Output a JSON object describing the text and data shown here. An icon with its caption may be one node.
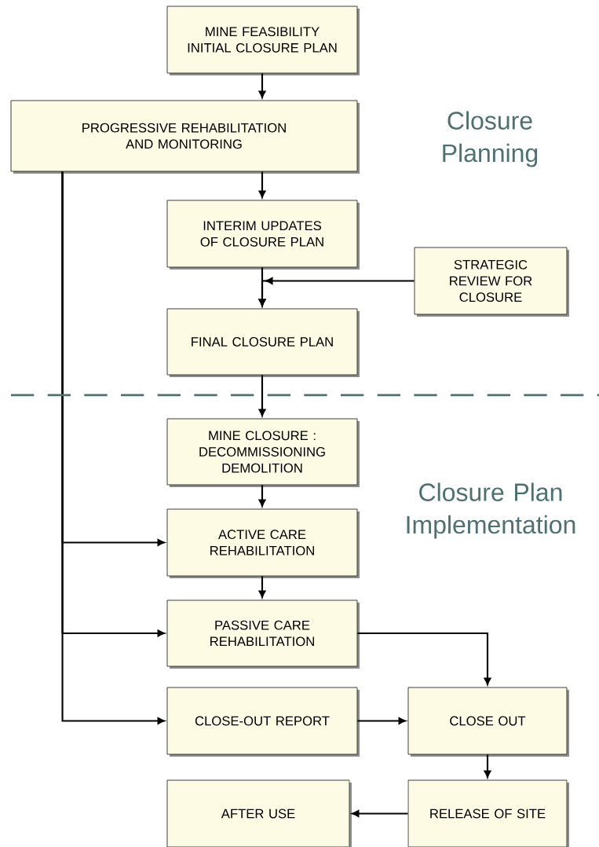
{
  "diagram": {
    "nodes": [
      {
        "text": [
          "MINE FEASIBILITY INITIAL CLOSURE PLAN"
        ]
      },
      {
        "text": [
          "PROGRESSIVE REHABILITATION AND MONITORING"
        ]
      },
      {
        "text": [
          "INTERIM UPDATES OF CLOSURE PLAN"
        ]
      },
      {
        "text": [
          "STRATEGIC REVIEW FOR CLOSURE"
        ]
      },
      {
        "text": [
          "FINAL CLOSURE PLAN"
        ]
      },
      {
        "text": [
          "MINE CLOSURE : DECOMMISSIONING DEMOLITION"
        ]
      },
      {
        "text": [
          "ACTIVE CARE REHABILITATION"
        ]
      },
      {
        "text": [
          "PASSIVE CARE REHABILITATION"
        ]
      },
      {
        "text": [
          "CLOSE-OUT REPORT"
        ]
      },
      {
        "text": [
          "CLOSE OUT"
        ]
      },
      {
        "text": [
          "AFTER USE"
        ]
      },
      {
        "text": [
          "RELEASE OF SITE"
        ]
      }
    ],
    "edges": [
      {
        "from": 0,
        "to": 1,
        "arrow": "to"
      },
      {
        "from": 1,
        "to": 2,
        "arrow": "to"
      },
      {
        "from": 2,
        "to": 4,
        "arrow": "to"
      },
      {
        "from": 3,
        "to": 4,
        "arrow": "to"
      },
      {
        "from": 4,
        "to": 5,
        "arrow": "to"
      },
      {
        "from": 5,
        "to": 6,
        "arrow": "to"
      },
      {
        "from": 6,
        "to": 7,
        "arrow": "to"
      },
      {
        "from": 1,
        "to": 6,
        "arrow": "to"
      },
      {
        "from": 1,
        "to": 7,
        "arrow": "to"
      },
      {
        "from": 1,
        "to": 8,
        "arrow": "to"
      },
      {
        "from": 7,
        "to": 9,
        "arrow": "to"
      },
      {
        "from": 8,
        "to": 9,
        "arrow": "to"
      },
      {
        "from": 9,
        "to": 11,
        "arrow": "to"
      },
      {
        "from": 11,
        "to": 10,
        "arrow": "to"
      }
    ],
    "labels": [
      "Closure Planning",
      "Closure Plan Implementation"
    ]
  }
}
